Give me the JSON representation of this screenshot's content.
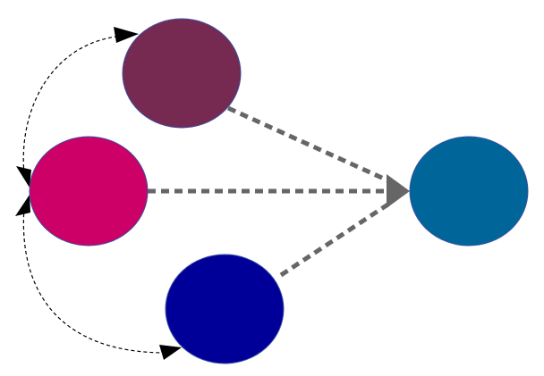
{
  "diagram": {
    "background": "#ffffff",
    "nodes": [
      {
        "id": "node-purple",
        "fill": "#762951",
        "stroke": "#3b4fa0"
      },
      {
        "id": "node-magenta",
        "fill": "#cc0066",
        "stroke": "#3b4fa0"
      },
      {
        "id": "node-navy",
        "fill": "#000099",
        "stroke": "#3b4fa0"
      },
      {
        "id": "node-teal",
        "fill": "#006699",
        "stroke": "#3b4fa0"
      }
    ],
    "edges": [
      {
        "from": "node-purple",
        "to": "node-teal",
        "style": "thick-dashed",
        "color": "#666666"
      },
      {
        "from": "node-magenta",
        "to": "node-teal",
        "style": "thick-dashed",
        "color": "#666666"
      },
      {
        "from": "node-navy",
        "to": "node-teal",
        "style": "thick-dashed",
        "color": "#666666"
      },
      {
        "from": "node-magenta",
        "to": "node-purple",
        "style": "thin-dashed",
        "color": "#000000",
        "bidirectional": true
      },
      {
        "from": "node-magenta",
        "to": "node-navy",
        "style": "thin-dashed",
        "color": "#000000",
        "bidirectional": true
      }
    ]
  }
}
